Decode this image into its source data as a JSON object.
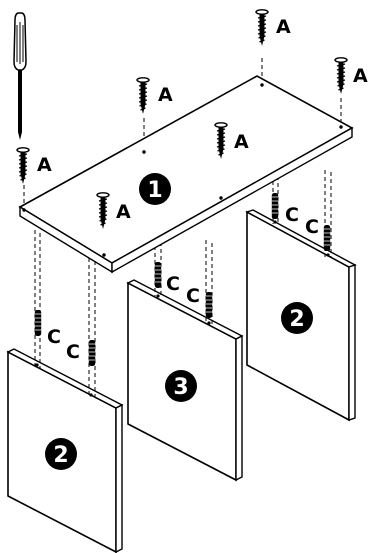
{
  "callouts": {
    "screw_label": "A",
    "dowel_label": "C"
  },
  "badges": {
    "top_panel": "1",
    "left_side_panel": "2",
    "right_side_panel": "2",
    "middle_panel": "3"
  },
  "icons": [
    "screwdriver-icon",
    "screw-icon",
    "dowel-icon"
  ],
  "colors": {
    "ink": "#000000",
    "panel_fill": "#ffffff",
    "badge_fill": "#000000"
  }
}
